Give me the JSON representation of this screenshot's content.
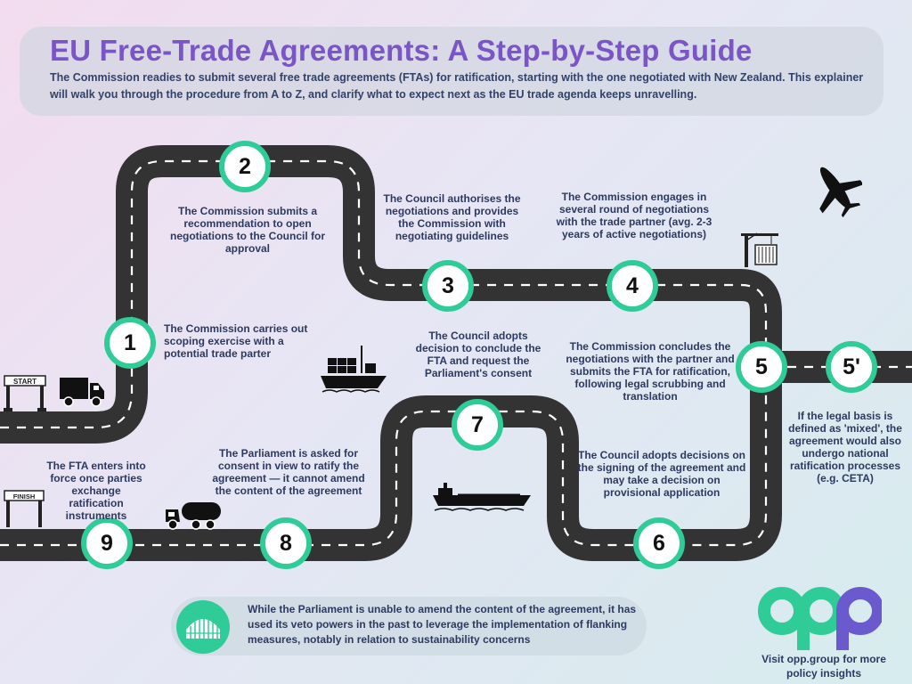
{
  "header": {
    "title": "EU Free-Trade Agreements: A Step-by-Step Guide",
    "subtitle": "The Commission readies to submit several free trade agreements (FTAs) for ratification, starting with the one negotiated with New Zealand. This explainer will walk you through the procedure from A to Z, and clarify what to expect next as the EU trade agenda keeps unravelling."
  },
  "labels": {
    "start": "START",
    "finish": "FINISH"
  },
  "steps": [
    {
      "number": "1",
      "text": "The Commission carries out scoping exercise with a potential trade parter"
    },
    {
      "number": "2",
      "text": "The Commission submits a recommendation to open negotiations to the Council for approval"
    },
    {
      "number": "3",
      "text": "The Council authorises the negotiations and provides the Commission with negotiating guidelines"
    },
    {
      "number": "4",
      "text": "The Commission engages in several round of negotiations with the trade partner (avg. 2-3 years of active negotiations)"
    },
    {
      "number": "5",
      "text": "The Commission concludes the negotiations with the partner and submits the FTA for ratification, following legal scrubbing and translation"
    },
    {
      "number": "5'",
      "text": "If the legal basis is defined as 'mixed', the agreement would also undergo national ratification processes (e.g. CETA)"
    },
    {
      "number": "6",
      "text": "The Council adopts decisions on the signing of the agreement and may take a decision on provisional application"
    },
    {
      "number": "7",
      "text": "The Council adopts decision to conclude the FTA and request the Parliament's consent"
    },
    {
      "number": "8",
      "text": "The Parliament is asked for consent in view to ratify the agreement — it cannot amend the content of the agreement"
    },
    {
      "number": "9",
      "text": "The FTA enters into force once parties exchange ratification instruments"
    }
  ],
  "note": {
    "text": "While the Parliament is unable to amend the content of the agreement, it has used its veto powers in the past to leverage the implementation of flanking measures, notably in relation to sustainability concerns"
  },
  "footer": {
    "text": "Visit opp.group for more policy insights"
  },
  "logo": {
    "text": "opp"
  },
  "icons": [
    "truck-icon",
    "cargo-ship-icon",
    "airplane-icon",
    "crane-icon",
    "tanker-ship-icon",
    "tank-truck-icon",
    "parliament-icon",
    "start-gate-icon",
    "finish-gate-icon"
  ],
  "colors": {
    "accent": "#2fcc97",
    "title": "#7a55c7",
    "road": "#333333",
    "logo": "#6a5acd"
  }
}
